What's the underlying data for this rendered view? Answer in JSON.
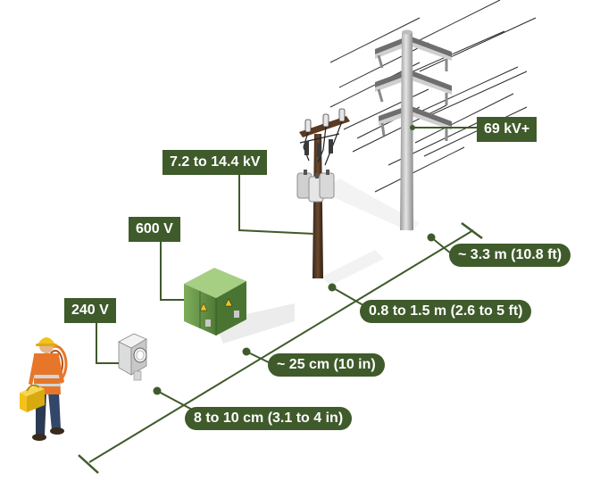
{
  "voltage_labels": {
    "v240": "240 V",
    "v600": "600 V",
    "v7k": "7.2 to 14.4 kV",
    "v69k": "69 kV+"
  },
  "distance_labels": {
    "d8cm": "8 to 10 cm (3.1 to 4 in)",
    "d25cm": "~ 25 cm (10 in)",
    "d08m": "0.8 to 1.5 m (2.6 to 5 ft)",
    "d33m": "~ 3.3 m (10.8 ft)"
  },
  "icons": [
    "worker-icon",
    "electric-meter-icon",
    "pad-mount-transformer-icon",
    "distribution-pole-icon",
    "transmission-tower-icon"
  ],
  "colors": {
    "label_bg": "#3f5a2b",
    "line": "#3f5a2b",
    "label_text": "#ffffff",
    "transformer_green": "#6a9a4a",
    "hivis_orange": "#e8762a",
    "hardhat_yellow": "#f2c21b"
  }
}
